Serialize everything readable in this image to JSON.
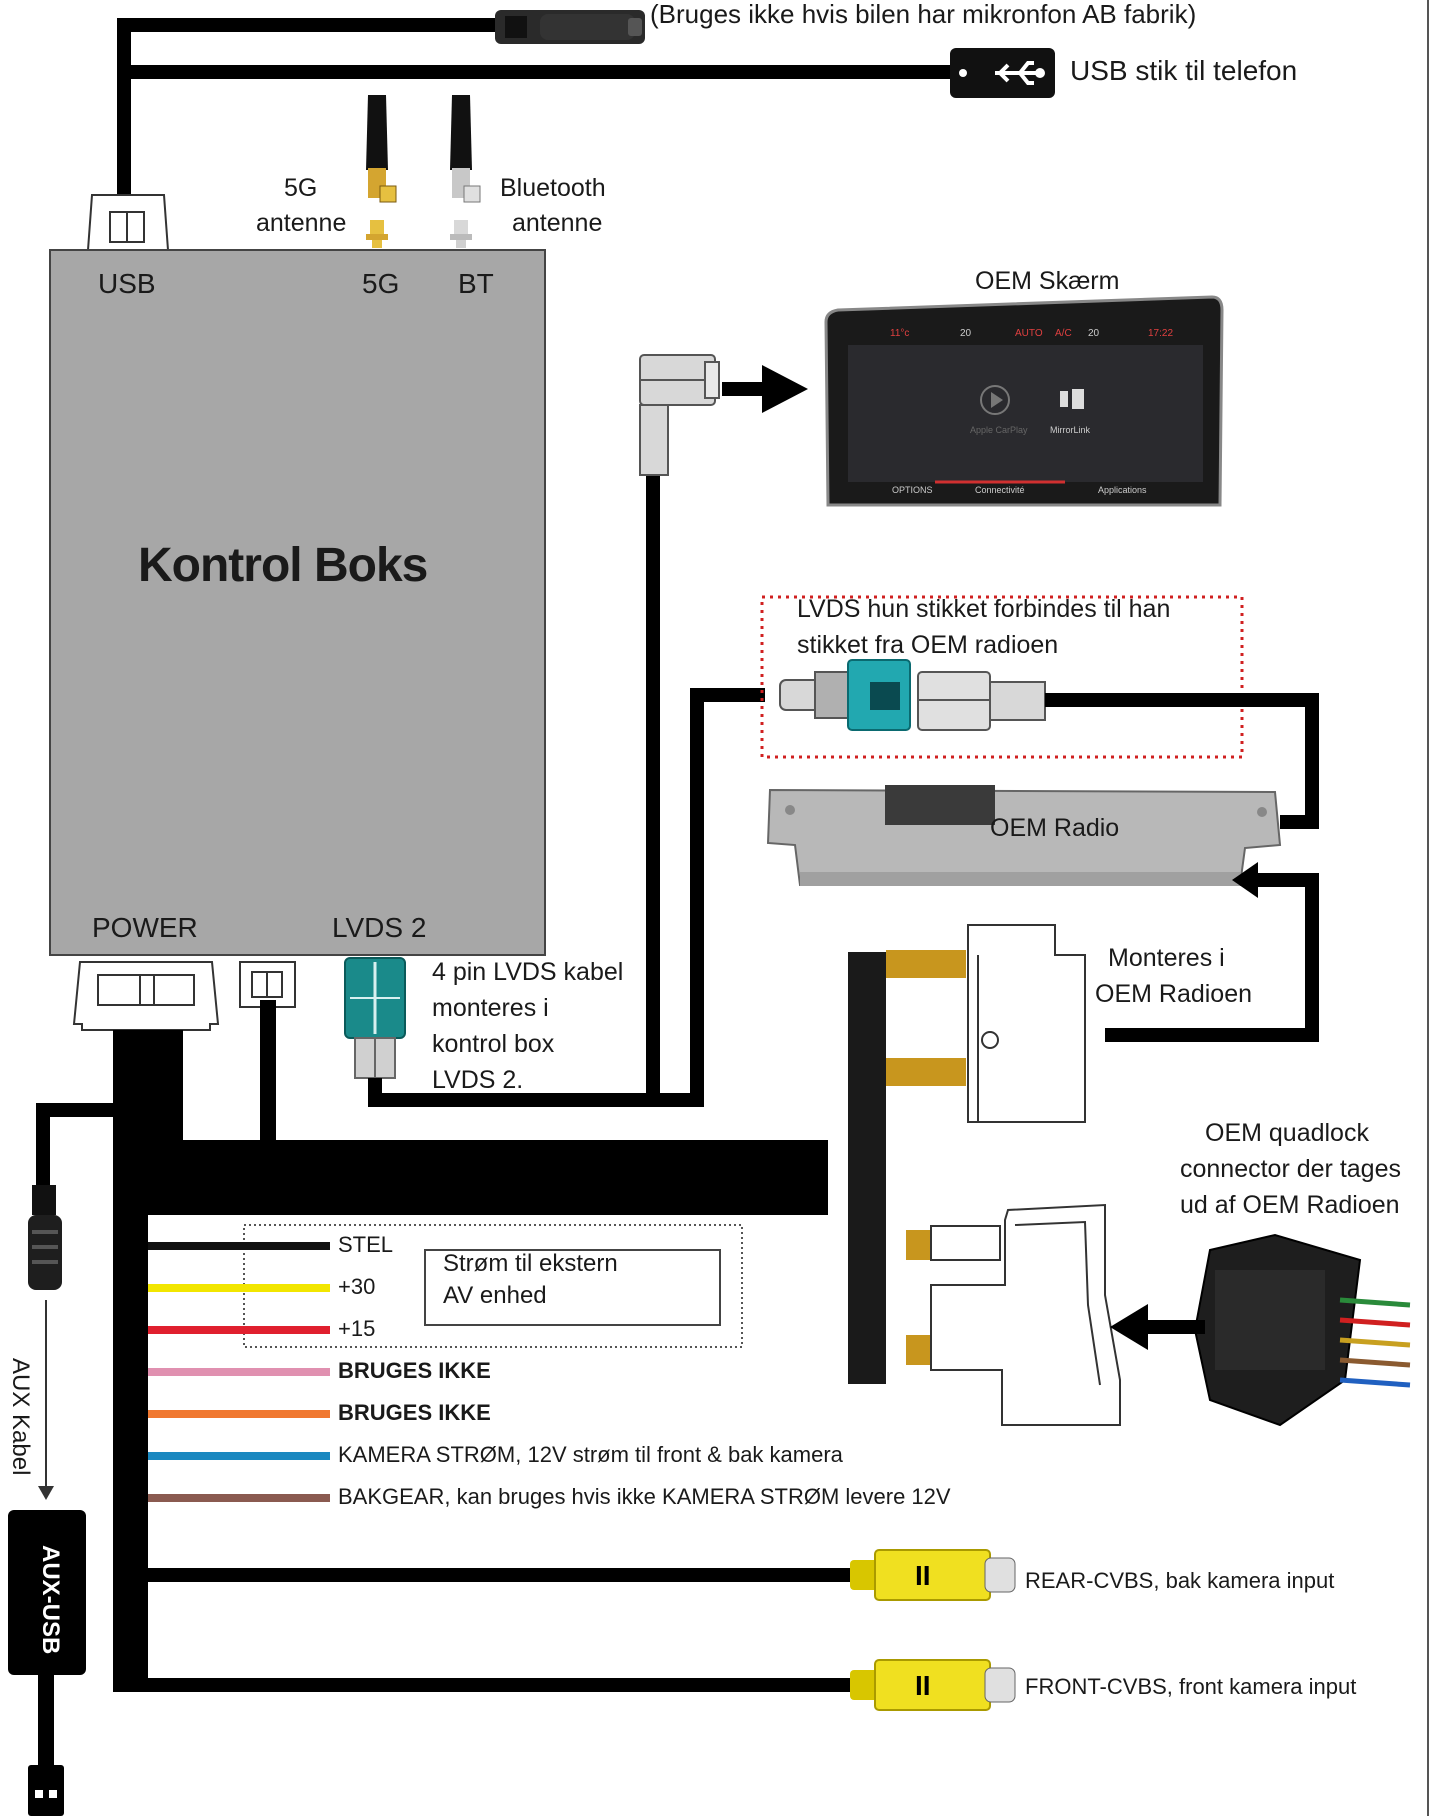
{
  "header": {
    "mic_note": "(Bruges ikke hvis bilen har mikronfon AB fabrik)",
    "usb_phone": "USB stik til telefon"
  },
  "control_box": {
    "title": "Kontrol Boks",
    "port_usb": "USB",
    "port_5g": "5G",
    "port_bt": "BT",
    "port_power": "POWER",
    "port_lvds2": "LVDS 2",
    "antenna_5g_line1": "5G",
    "antenna_5g_line2": "antenne",
    "antenna_bt_line1": "Bluetooth",
    "antenna_bt_line2": "antenne"
  },
  "oem_screen": {
    "label": "OEM Skærm",
    "status_temp": "11°c",
    "status_fan": "20",
    "status_auto": "AUTO",
    "status_ac": "A/C",
    "status_fan2": "20",
    "status_time": "17:22",
    "app_carplay": "Apple CarPlay",
    "app_mirrorlink": "MirrorLink",
    "tab_options": "OPTIONS",
    "tab_connectivite": "Connectivité",
    "tab_applications": "Applications"
  },
  "lvds": {
    "note_line1": "LVDS hun stikket forbindes til han",
    "note_line2": "stikket fra OEM radioen",
    "cable_line1": "4 pin LVDS kabel",
    "cable_line2": "monteres i",
    "cable_line3": "kontrol box",
    "cable_line4": "LVDS 2."
  },
  "oem_radio": {
    "label": "OEM Radio",
    "mount_line1": "Monteres i",
    "mount_line2": "OEM Radioen"
  },
  "quadlock": {
    "line1": "OEM quadlock",
    "line2": "connector der tages",
    "line3": "ud af OEM Radioen"
  },
  "wires": [
    {
      "label": "STEL",
      "color": "#111111",
      "bold": false
    },
    {
      "label": "+30",
      "color": "#f2e600",
      "bold": false
    },
    {
      "label": "+15",
      "color": "#e0202e",
      "bold": false
    },
    {
      "label": "BRUGES IKKE",
      "color": "#e090b0",
      "bold": true
    },
    {
      "label": "BRUGES IKKE",
      "color": "#f07830",
      "bold": true
    },
    {
      "label": "KAMERA STRØM, 12V strøm til front & bak kamera",
      "color": "#1a88c0",
      "bold": false
    },
    {
      "label": "BAKGEAR, kan bruges hvis ikke KAMERA STRØM levere 12V",
      "color": "#8a5a50",
      "bold": false
    }
  ],
  "power_note": {
    "line1": "Strøm til ekstern",
    "line2": "AV enhed"
  },
  "rca": {
    "rear": "REAR-CVBS, bak kamera input",
    "front": "FRONT-CVBS, front kamera input",
    "mark": "II"
  },
  "aux": {
    "cable": "AUX Kabel",
    "box": "AUX-USB"
  }
}
